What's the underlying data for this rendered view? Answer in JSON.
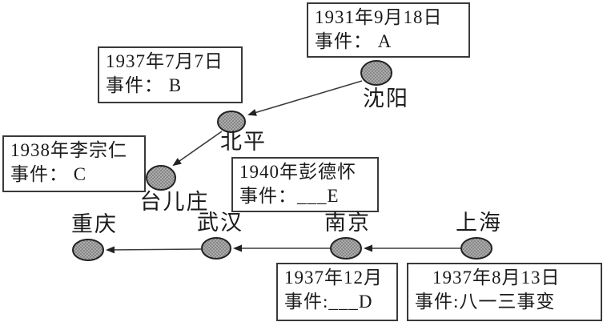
{
  "diagram": {
    "description": "抗日战争重大事件地点示意图",
    "boxes": [
      {
        "key": "A",
        "line1": "1931年9月18日",
        "line2": "事件： A"
      },
      {
        "key": "B",
        "line1": "1937年7月7日",
        "line2": "事件： B"
      },
      {
        "key": "C",
        "line1": "1938年李宗仁",
        "line2": "事件： C"
      },
      {
        "key": "E",
        "line1": "1940年彭德怀",
        "line2": "事件：___E"
      },
      {
        "key": "D",
        "line1": "1937年12月",
        "line2": "事件:___D"
      },
      {
        "key": "F",
        "line1": "1937年8月13日",
        "line2": "事件:八一三事变"
      }
    ],
    "cities": [
      {
        "name": "沈阳"
      },
      {
        "name": "北平"
      },
      {
        "name": "台儿庄"
      },
      {
        "name": "重庆"
      },
      {
        "name": "武汉"
      },
      {
        "name": "南京"
      },
      {
        "name": "上海"
      }
    ],
    "colors": {
      "background": "#ffffff",
      "text": "#1a1a1a",
      "box_border": "#3a3a3a",
      "dot_fill": "#ababab",
      "dot_texture": "#6f6f6f",
      "dot_stroke": "#222222",
      "arrow_line": "#3c3c3c"
    }
  }
}
